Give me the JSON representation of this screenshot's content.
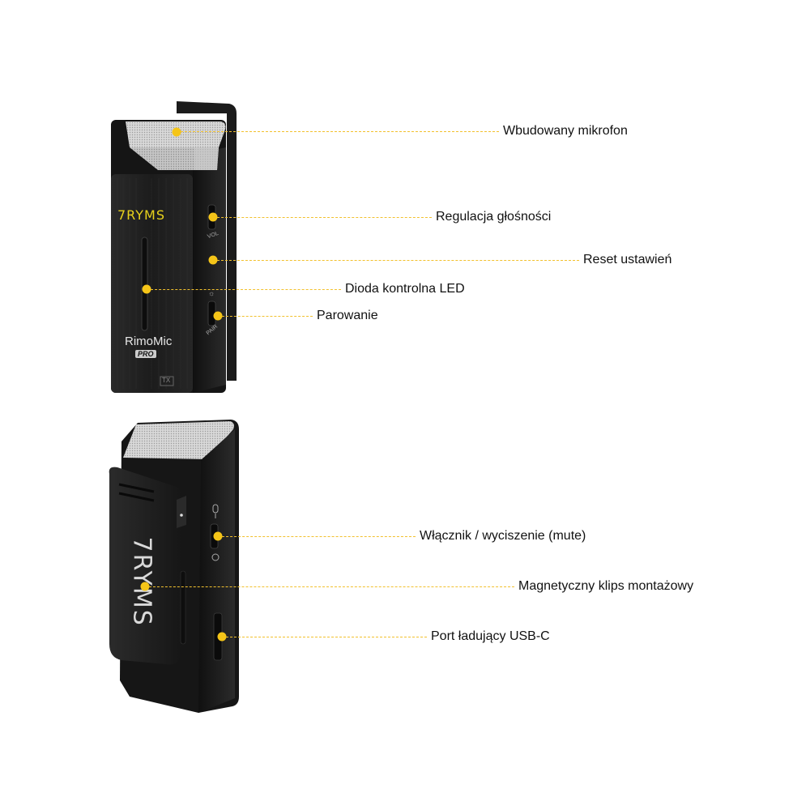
{
  "colors": {
    "accent": "#f5c518",
    "device": "#1a1a1a",
    "brand_text": "#e8d21c"
  },
  "device_top": {
    "brand": "7RYMS",
    "model": "RimoMic",
    "model_badge": "PRO",
    "tx_badge": "TX",
    "side_labels": {
      "vol": "VOL",
      "pair": "PAIR"
    }
  },
  "device_bottom": {
    "brand": "7RYMS"
  },
  "callouts": [
    {
      "label": "Wbudowany mikrofon"
    },
    {
      "label": "Regulacja głośności"
    },
    {
      "label": "Reset ustawień"
    },
    {
      "label": "Dioda kontrolna LED"
    },
    {
      "label": "Parowanie"
    },
    {
      "label": "Włącznik / wyciszenie (mute)"
    },
    {
      "label": "Magnetyczny klips montażowy"
    },
    {
      "label": "Port ładujący USB-C"
    }
  ]
}
